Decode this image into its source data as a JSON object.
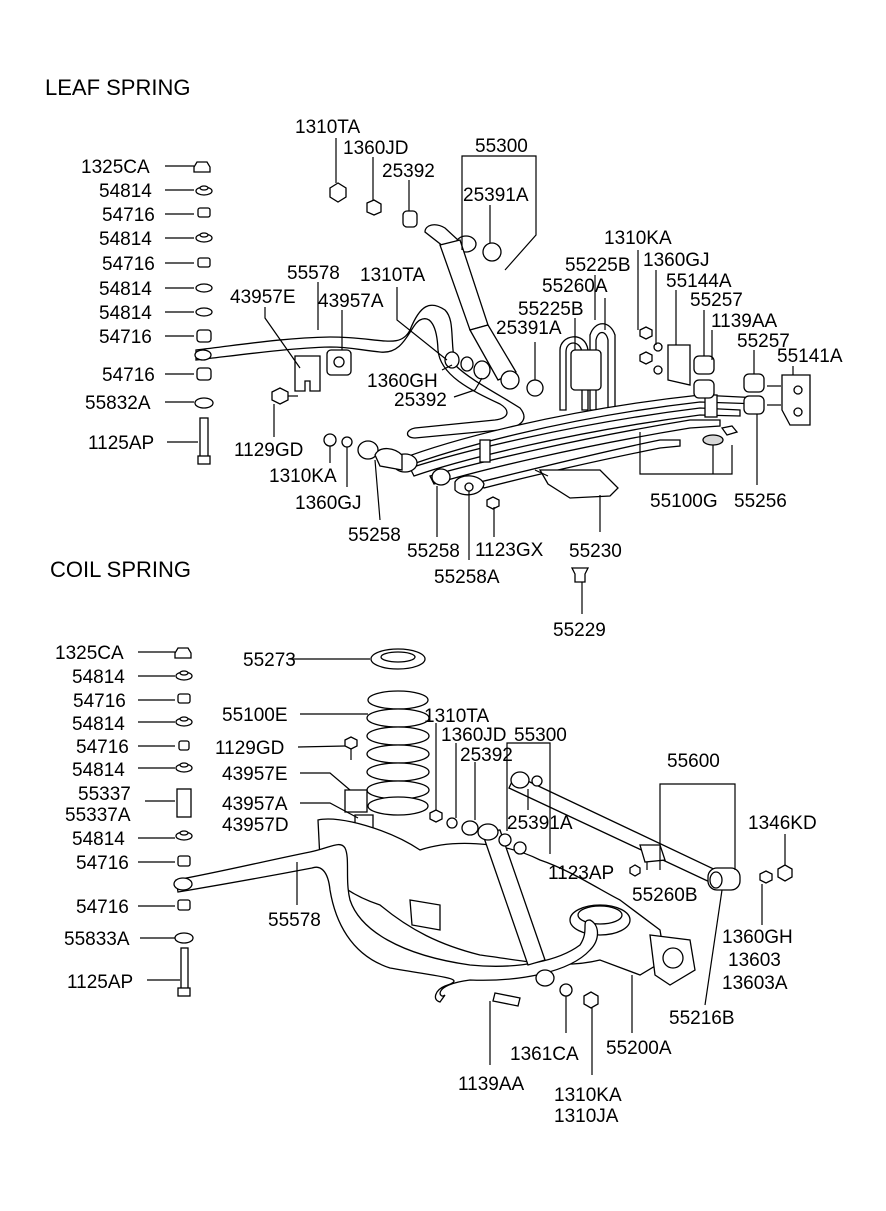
{
  "sections": {
    "leaf_title": "LEAF SPRING",
    "coil_title": "COIL SPRING"
  },
  "leaf_labels": {
    "l1310TA_a": "1310TA",
    "l1360JD": "1360JD",
    "l25392_a": "25392",
    "l55300": "55300",
    "l25391A_a": "25391A",
    "l1325CA": "1325CA",
    "l54814_a": "54814",
    "l54716_a": "54716",
    "l54814_b": "54814",
    "l54716_b": "54716",
    "l54814_c": "54814",
    "l54814_d": "54814",
    "l54716_c": "54716",
    "l54716_d": "54716",
    "l55832A": "55832A",
    "l1125AP": "1125AP",
    "l55578": "55578",
    "l1310TA_b": "1310TA",
    "l43957E": "43957E",
    "l43957A": "43957A",
    "l55225B_a": "55225B",
    "l55225B_b": "55225B",
    "l55260A": "55260A",
    "l25391A_b": "25391A",
    "l1310KA_a": "1310KA",
    "l1360GJ_a": "1360GJ",
    "l55144A": "55144A",
    "l55257_a": "55257",
    "l1139AA_a": "1139AA",
    "l55257_b": "55257",
    "l55141A": "55141A",
    "l1360GH_a": "1360GH",
    "l25392_b": "25392",
    "l1129GD_a": "1129GD",
    "l1310KA_b": "1310KA",
    "l1360GJ_b": "1360GJ",
    "l55258_a": "55258",
    "l55258_b": "55258",
    "l55258A": "55258A",
    "l1123GX": "1123GX",
    "l55230": "55230",
    "l55100G": "55100G",
    "l55256": "55256",
    "l55229": "55229"
  },
  "coil_labels": {
    "c1325CA": "1325CA",
    "c54814_a": "54814",
    "c54716_a": "54716",
    "c54814_b": "54814",
    "c54716_b": "54716",
    "c54814_c": "54814",
    "c55337": "55337",
    "c55337A": "55337A",
    "c54814_d": "54814",
    "c54716_c": "54716",
    "c54716_d": "54716",
    "c55833A": "55833A",
    "c1125AP": "1125AP",
    "c55273": "55273",
    "c55100E": "55100E",
    "c1129GD": "1129GD",
    "c43957E": "43957E",
    "c43957A": "43957A",
    "c43957D": "43957D",
    "c55578": "55578",
    "c1310TA": "1310TA",
    "c1360JD": "1360JD",
    "c55300": "55300",
    "c25392": "25392",
    "c25391A": "25391A",
    "c55600": "55600",
    "c1346KD": "1346KD",
    "c1123AP": "1123AP",
    "c55260B": "55260B",
    "c1360GH": "1360GH",
    "c13603": "13603",
    "c13603A": "13603A",
    "c55216B": "55216B",
    "c55200A": "55200A",
    "c1361CA": "1361CA",
    "c1139AA": "1139AA",
    "c1310KA": "1310KA",
    "c1310JA": "1310JA"
  }
}
